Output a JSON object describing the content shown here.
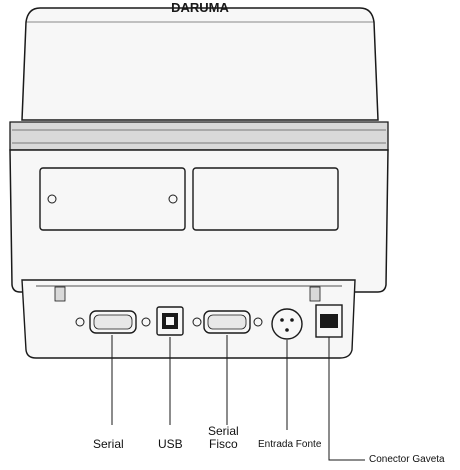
{
  "brand": "DARUMA",
  "labels": {
    "serial": "Serial",
    "usb": "USB",
    "serial_fisco_line1": "Serial",
    "serial_fisco_line2": "Fisco",
    "entrada_fonte": "Entrada Fonte",
    "conector_gaveta": "Conector Gaveta"
  },
  "colors": {
    "stroke": "#1a1a1a",
    "body_fill": "#f7f7f7",
    "shade": "#d9d9d9",
    "background": "#ffffff"
  }
}
